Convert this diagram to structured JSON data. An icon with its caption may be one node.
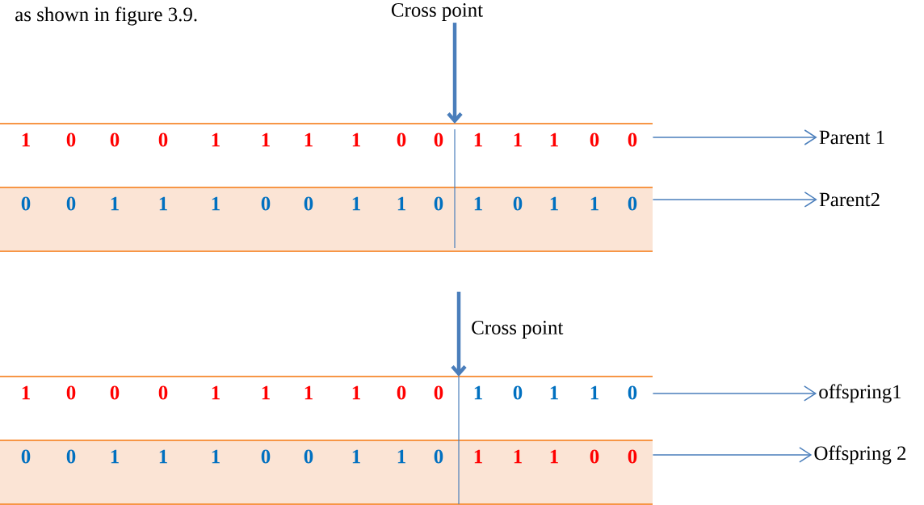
{
  "diagram": {
    "nodes": [
      {
        "text": [
          "1",
          "0",
          "0",
          "0",
          "1",
          "1",
          "1",
          "1",
          "0",
          "0",
          "1",
          "1",
          "1",
          "0",
          "0"
        ]
      },
      {
        "text": [
          "0",
          "0",
          "1",
          "1",
          "1",
          "0",
          "0",
          "1",
          "1",
          "0",
          "1",
          "0",
          "1",
          "1",
          "0"
        ]
      },
      {
        "text": [
          "1",
          "0",
          "0",
          "0",
          "1",
          "1",
          "1",
          "1",
          "0",
          "0",
          "1",
          "0",
          "1",
          "1",
          "0"
        ]
      },
      {
        "text": [
          "0",
          "0",
          "1",
          "1",
          "1",
          "0",
          "0",
          "1",
          "1",
          "0",
          "1",
          "1",
          "1",
          "0",
          "0"
        ]
      },
      {
        "text": [
          "Parent 1"
        ]
      },
      {
        "text": [
          "Parent2"
        ]
      },
      {
        "text": [
          "offspring1"
        ]
      },
      {
        "text": [
          "Offspring 2"
        ]
      },
      {
        "text": [
          "Cross point"
        ]
      }
    ],
    "edges": [
      {
        "from": 0,
        "to": 4,
        "arrow": "to"
      },
      {
        "from": 1,
        "to": 5,
        "arrow": "to"
      },
      {
        "from": 2,
        "to": 6,
        "arrow": "to"
      },
      {
        "from": 3,
        "to": 7,
        "arrow": "to"
      },
      {
        "from": 8,
        "to": 0,
        "arrow": "to",
        "style": "thick"
      },
      {
        "from": null,
        "to": 2,
        "arrow": "to",
        "style": "thick"
      }
    ],
    "labels": [
      "as shown in figure 3.9.",
      "Cross point"
    ]
  }
}
